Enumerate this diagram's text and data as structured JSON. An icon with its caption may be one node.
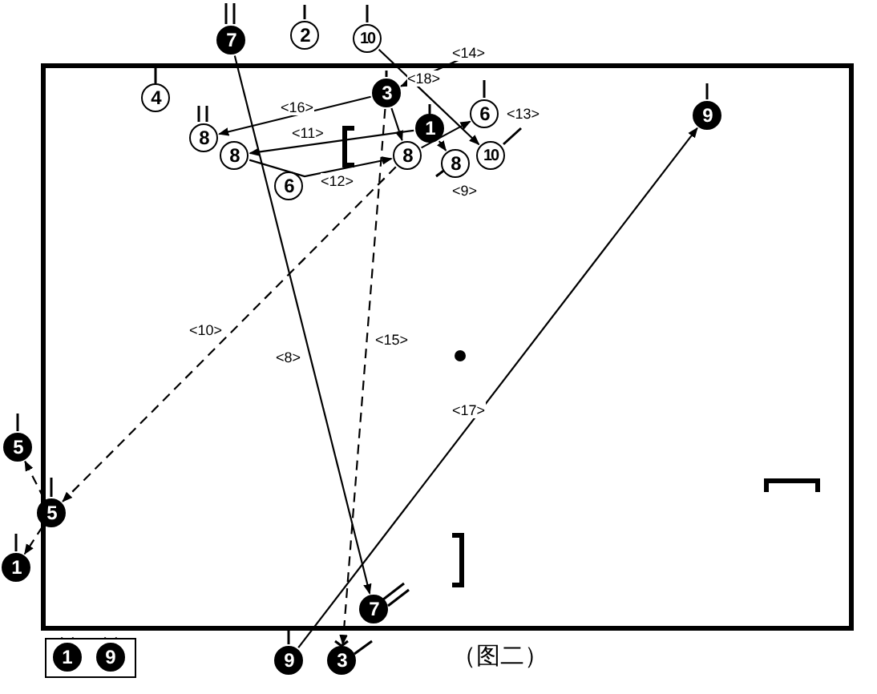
{
  "diagram": {
    "caption": "（图二）",
    "nodes": [
      {
        "text": [
          "7"
        ]
      },
      {
        "text": [
          "2"
        ]
      },
      {
        "text": [
          "10"
        ]
      },
      {
        "text": [
          "4"
        ]
      },
      {
        "text": [
          "3"
        ]
      },
      {
        "text": [
          "1"
        ]
      },
      {
        "text": [
          "6"
        ]
      },
      {
        "text": [
          "8"
        ]
      },
      {
        "text": [
          "8"
        ]
      },
      {
        "text": [
          "8"
        ]
      },
      {
        "text": [
          "10"
        ]
      },
      {
        "text": [
          "8"
        ]
      },
      {
        "text": [
          "6"
        ]
      },
      {
        "text": [
          "9"
        ]
      },
      {
        "text": [
          "5"
        ]
      },
      {
        "text": [
          "5"
        ]
      },
      {
        "text": [
          "1"
        ]
      },
      {
        "text": [
          "7"
        ]
      },
      {
        "text": [
          "9"
        ]
      },
      {
        "text": [
          "3"
        ]
      },
      {
        "text": [],
        "shape": "box"
      },
      {
        "text": [
          "1"
        ],
        "in": 20
      },
      {
        "text": [
          "9"
        ],
        "in": 20
      }
    ],
    "edges": [
      {
        "from": 2,
        "to": 10,
        "arrow": "to",
        "label": "<18>"
      },
      {
        "from": null,
        "to": 4,
        "arrow": "to",
        "label": "<14>"
      },
      {
        "from": 4,
        "to": 7,
        "arrow": "to",
        "label": "<16>"
      },
      {
        "from": 5,
        "to": 8,
        "arrow": "to",
        "label": "<11>"
      },
      {
        "from": 8,
        "to": 9,
        "arrow": "to",
        "label": "<12>"
      },
      {
        "from": 9,
        "to": 6,
        "arrow": "to",
        "label": "<13>"
      },
      {
        "from": 5,
        "to": 11,
        "arrow": "to",
        "label": "<9>"
      },
      {
        "from": 4,
        "to": 9,
        "arrow": "to"
      },
      {
        "from": 9,
        "to": 15,
        "arrow": "to",
        "style": "dashed",
        "label": "<10>"
      },
      {
        "from": 4,
        "to": 19,
        "arrow": "to",
        "style": "dashed",
        "label": "<15>"
      },
      {
        "from": 0,
        "to": 17,
        "arrow": "to",
        "label": "<8>"
      },
      {
        "from": 18,
        "to": 13,
        "arrow": "to",
        "label": "<17>"
      },
      {
        "from": 15,
        "to": 14,
        "arrow": "to",
        "style": "dashed"
      },
      {
        "from": 15,
        "to": 16,
        "arrow": "to",
        "style": "dashed"
      }
    ]
  }
}
